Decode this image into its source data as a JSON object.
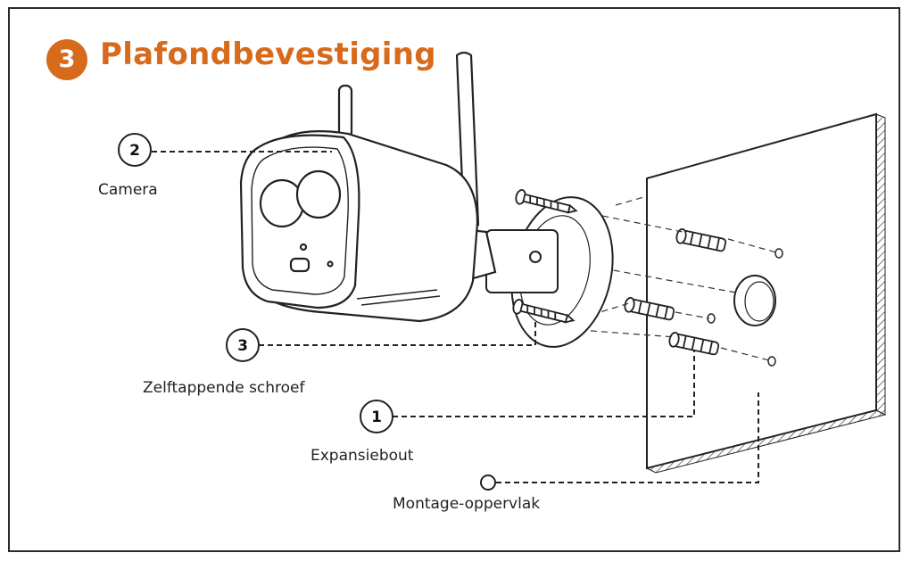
{
  "step": {
    "number": "3",
    "title": "Plafondbevestiging"
  },
  "callouts": [
    {
      "number": "2",
      "label": "Camera"
    },
    {
      "number": "3",
      "label": "Zelftappende schroef"
    },
    {
      "number": "1",
      "label": "Expansiebout"
    },
    {
      "number": "",
      "label": "Montage-oppervlak"
    }
  ],
  "colors": {
    "accent": "#d86a1c",
    "line": "#222222"
  }
}
